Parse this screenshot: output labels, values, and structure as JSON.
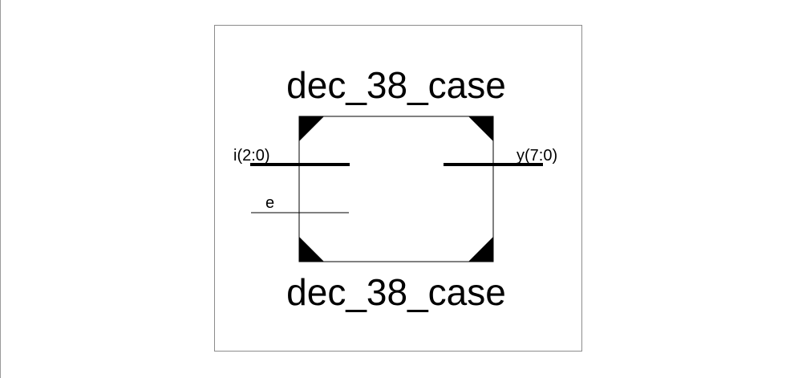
{
  "symbol": {
    "top_title": "dec_38_case",
    "bottom_title": "dec_38_case",
    "pins": {
      "input_bus": "i(2:0)",
      "enable": "e",
      "output_bus": "y(7:0)"
    }
  },
  "colors": {
    "frame_border": "#8c8c8c",
    "ink": "#000000",
    "background": "#ffffff"
  }
}
